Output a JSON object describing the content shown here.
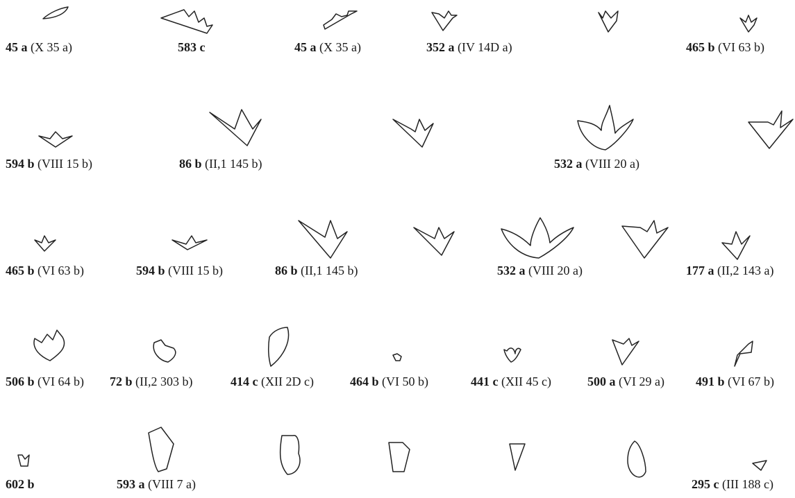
{
  "items": [
    {
      "id": "45 a",
      "ref": "(X 35 a)"
    },
    {
      "id": "583 c",
      "ref": ""
    },
    {
      "id": "45 a",
      "ref": "(X 35 a)"
    },
    {
      "id": "352 a",
      "ref": "(IV 14D a)"
    },
    {
      "id": "465 b",
      "ref": "(VI 63 b)"
    },
    {
      "id": "594 b",
      "ref": "(VIII 15 b)"
    },
    {
      "id": "86 b",
      "ref": "(II,1 145 b)"
    },
    {
      "id": "532 a",
      "ref": "(VIII 20 a)"
    },
    {
      "id": "465 b",
      "ref": "(VI 63 b)"
    },
    {
      "id": "594 b",
      "ref": "(VIII 15 b)"
    },
    {
      "id": "86 b",
      "ref": "(II,1 145 b)"
    },
    {
      "id": "532 a",
      "ref": "(VIII 20 a)"
    },
    {
      "id": "177 a",
      "ref": "(II,2 143 a)"
    },
    {
      "id": "506 b",
      "ref": "(VI 64 b)"
    },
    {
      "id": "72 b",
      "ref": "(II,2 303 b)"
    },
    {
      "id": "414 c",
      "ref": "(XII 2D c)"
    },
    {
      "id": "464 b",
      "ref": "(VI 50 b)"
    },
    {
      "id": "441 c",
      "ref": "(XII 45 c)"
    },
    {
      "id": "500 a",
      "ref": "(VI 29 a)"
    },
    {
      "id": "491 b",
      "ref": "(VI 67 b)"
    },
    {
      "id": "602 b",
      "ref": ""
    },
    {
      "id": "593 a",
      "ref": "(VIII 7 a)"
    },
    {
      "id": "295 c",
      "ref": "(III 188 c)"
    }
  ]
}
